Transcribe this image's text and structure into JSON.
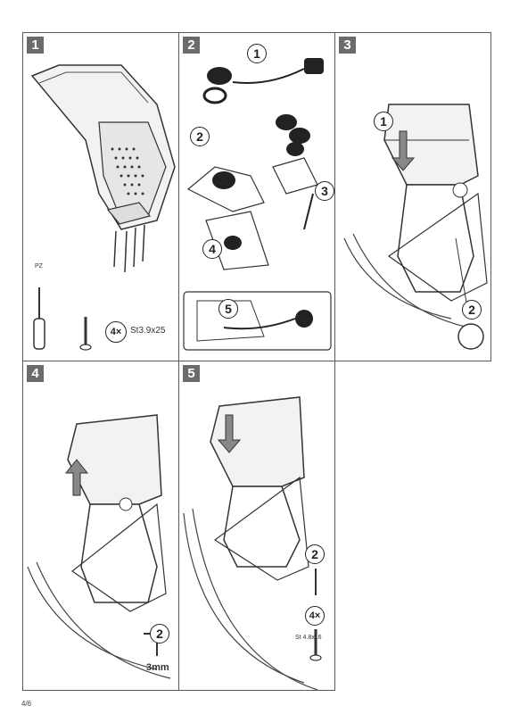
{
  "panels": [
    {
      "number": "1",
      "callouts": {
        "count": "4×",
        "screw": "St3.9x25"
      }
    },
    {
      "number": "2",
      "callouts": {
        "c1": "1",
        "c2": "2",
        "c3": "3",
        "c4": "4",
        "c5": "5"
      }
    },
    {
      "number": "3",
      "callouts": {
        "c1": "1",
        "c2": "2"
      }
    },
    {
      "number": "4",
      "callouts": {
        "c2": "2",
        "hex": "3mm"
      }
    },
    {
      "number": "5",
      "callouts": {
        "c2": "2",
        "count": "4×",
        "screw": "St 4.8x16"
      }
    }
  ],
  "screwdriver_tip": "PZ",
  "page_number": "4/6"
}
